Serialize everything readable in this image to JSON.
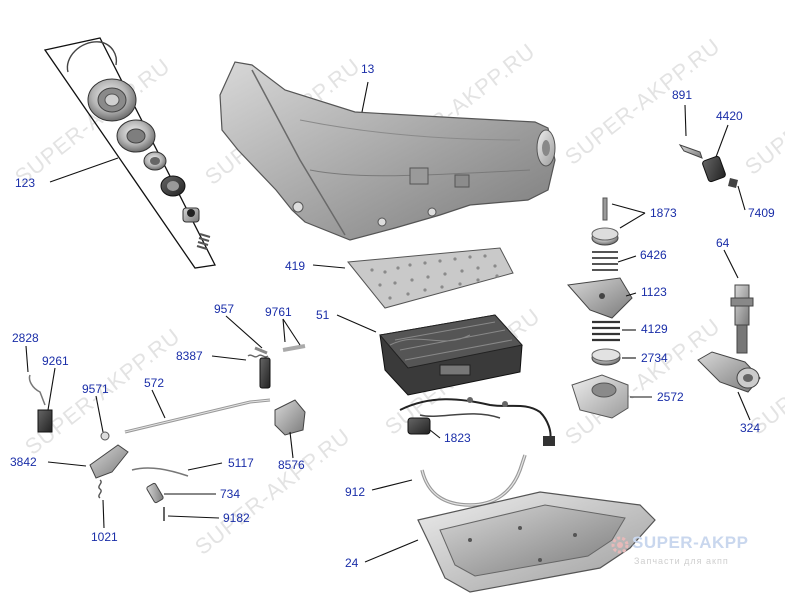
{
  "watermark_text": "SUPER-AKPP.RU",
  "brand": {
    "name": "SUPER-AKPP",
    "tagline": "Запчасти для акпп",
    "accent_color": "#c9d7ee"
  },
  "label_color": "#1a2ea8",
  "part_numbers": {
    "p13": "13",
    "p123": "123",
    "p891": "891",
    "p4420": "4420",
    "p7409": "7409",
    "p1873": "1873",
    "p64": "64",
    "p6426": "6426",
    "p419": "419",
    "p1123": "1123",
    "p957": "957",
    "p9761": "9761",
    "p51": "51",
    "p4129": "4129",
    "p2828": "2828",
    "p8387": "8387",
    "p2734": "2734",
    "p9261": "9261",
    "p572": "572",
    "p9571": "9571",
    "p2572": "2572",
    "p324": "324",
    "p1823": "1823",
    "p3842": "3842",
    "p5117": "5117",
    "p8576": "8576",
    "p912": "912",
    "p734": "734",
    "p9182": "9182",
    "p1021": "1021",
    "p24": "24"
  }
}
